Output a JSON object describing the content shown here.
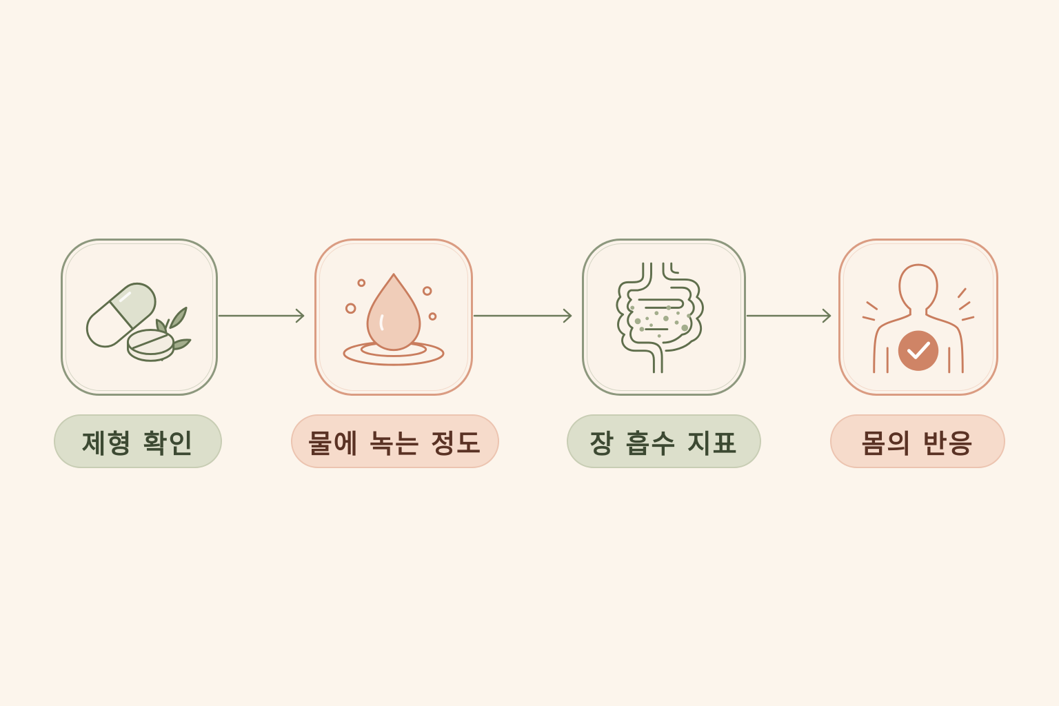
{
  "steps": [
    {
      "label": "제형 확인",
      "icon": "capsule-tablet-leaf-icon",
      "theme": "green"
    },
    {
      "label": "물에 녹는 정도",
      "icon": "water-drop-dissolve-icon",
      "theme": "peach"
    },
    {
      "label": "장 흡수 지표",
      "icon": "intestine-absorption-icon",
      "theme": "green"
    },
    {
      "label": "몸의 반응",
      "icon": "body-check-icon",
      "theme": "peach"
    }
  ],
  "connectors": [
    "arrow-right-icon",
    "arrow-right-icon",
    "arrow-right-icon"
  ],
  "colors": {
    "background": "#fcf5ec",
    "green_stroke": "#5f6e4c",
    "green_border": "#8d987e",
    "green_pill": "#dcdfcb",
    "peach_stroke": "#c97d5e",
    "peach_border": "#da9c82",
    "peach_pill": "#f6dbcb",
    "arrow": "#6c7a5a"
  }
}
